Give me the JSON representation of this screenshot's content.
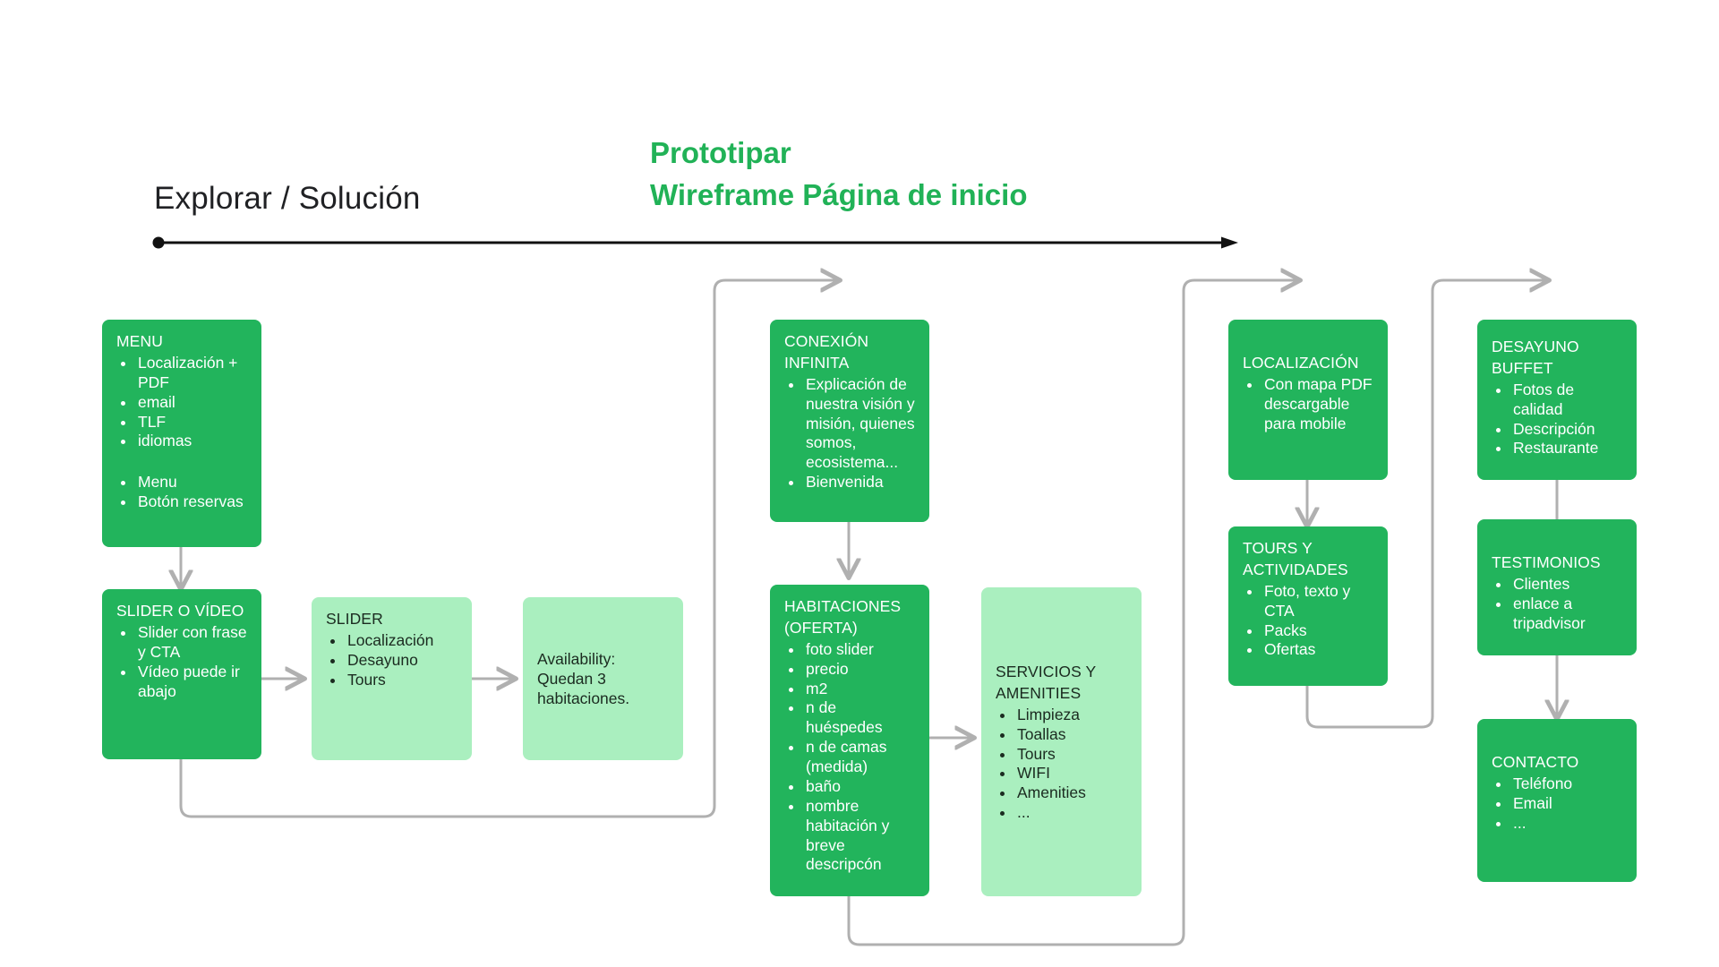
{
  "header": {
    "phase_label": "Explorar  /  Solución",
    "title_line1": "Prototipar",
    "title_line2": "Wireframe Página de inicio",
    "title_color": "#21b257",
    "arrow_name": "timeline-arrow"
  },
  "palette": {
    "dark_green": "#22b45c",
    "light_green": "#aaefbf",
    "text_dark": "#202124",
    "connector_gray": "#b0b0b0"
  },
  "nodes": {
    "menu": {
      "title": "MENU",
      "items": [
        "Localización + PDF",
        "email",
        "TLF",
        "idiomas",
        "",
        "Menu",
        "Botón reservas"
      ]
    },
    "slider_video": {
      "title": "SLIDER O VÍDEO",
      "items": [
        "Slider con frase y CTA",
        "Vídeo puede ir abajo"
      ]
    },
    "slider": {
      "title": "SLIDER",
      "items": [
        "Localización",
        "Desayuno",
        "Tours"
      ]
    },
    "availability": {
      "line1": "Availability:",
      "line2": "Quedan 3",
      "line3": "habitaciones."
    },
    "conexion": {
      "title_line1": "CONEXIÓN",
      "title_line2": "INFINITA",
      "items": [
        "Explicación de nuestra visión y misión, quienes somos, ecosistema...",
        "Bienvenida"
      ]
    },
    "habitaciones": {
      "title_line1": "HABITACIONES",
      "title_line2": "(OFERTA)",
      "items": [
        "foto slider",
        "precio",
        "m2",
        "n de huéspedes",
        "n de camas (medida)",
        "baño",
        "nombre habitación y breve descripcón"
      ]
    },
    "servicios": {
      "title_line1": "SERVICIOS Y",
      "title_line2": "AMENITIES",
      "items": [
        "Limpieza",
        "Toallas",
        "Tours",
        "WIFI",
        "Amenities",
        "..."
      ]
    },
    "localizacion": {
      "title": "LOCALIZACIÓN",
      "items": [
        "Con mapa PDF descargable para mobile"
      ]
    },
    "tours": {
      "title_line1": "TOURS Y",
      "title_line2": "ACTIVIDADES",
      "items": [
        "Foto, texto y CTA",
        "Packs",
        "Ofertas"
      ]
    },
    "desayuno": {
      "title_line1": "DESAYUNO",
      "title_line2": "BUFFET",
      "items": [
        "Fotos de calidad",
        "Descripción",
        "Restaurante"
      ]
    },
    "testimonios": {
      "title": "TESTIMONIOS",
      "items": [
        "Clientes",
        "enlace a tripadvisor"
      ]
    },
    "contacto": {
      "title": "CONTACTO",
      "items": [
        "Teléfono",
        "Email",
        "..."
      ]
    }
  }
}
